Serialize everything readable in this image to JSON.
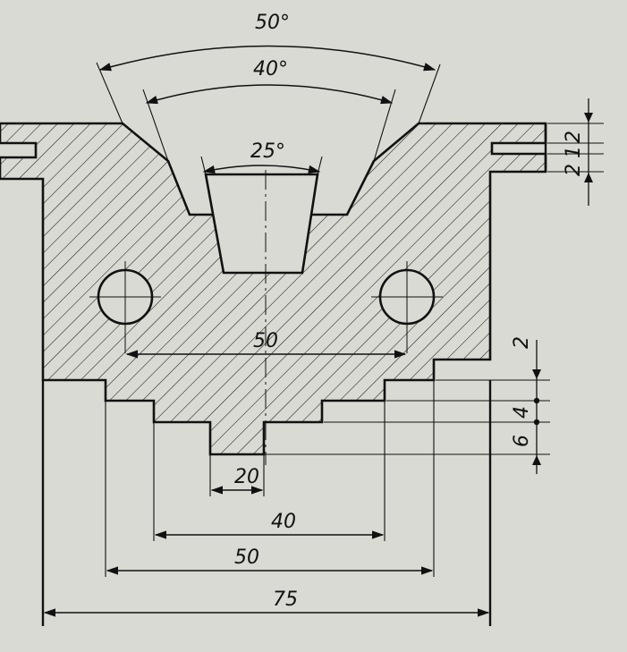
{
  "colors": {
    "paper": "#d9dad3",
    "ink": "#111111",
    "hatch": "#1a1a1a"
  },
  "dimensions": {
    "angle_outer": "50°",
    "angle_middle": "40°",
    "angle_inner": "25°",
    "hole_spacing": "50",
    "step_width_20": "20",
    "step_width_40": "40",
    "step_width_50": "50",
    "overall_width": "75",
    "slot_1": "1",
    "slot_2": "2",
    "slot_2b": "2",
    "step_2": "2",
    "step_4": "4",
    "step_6": "6"
  }
}
